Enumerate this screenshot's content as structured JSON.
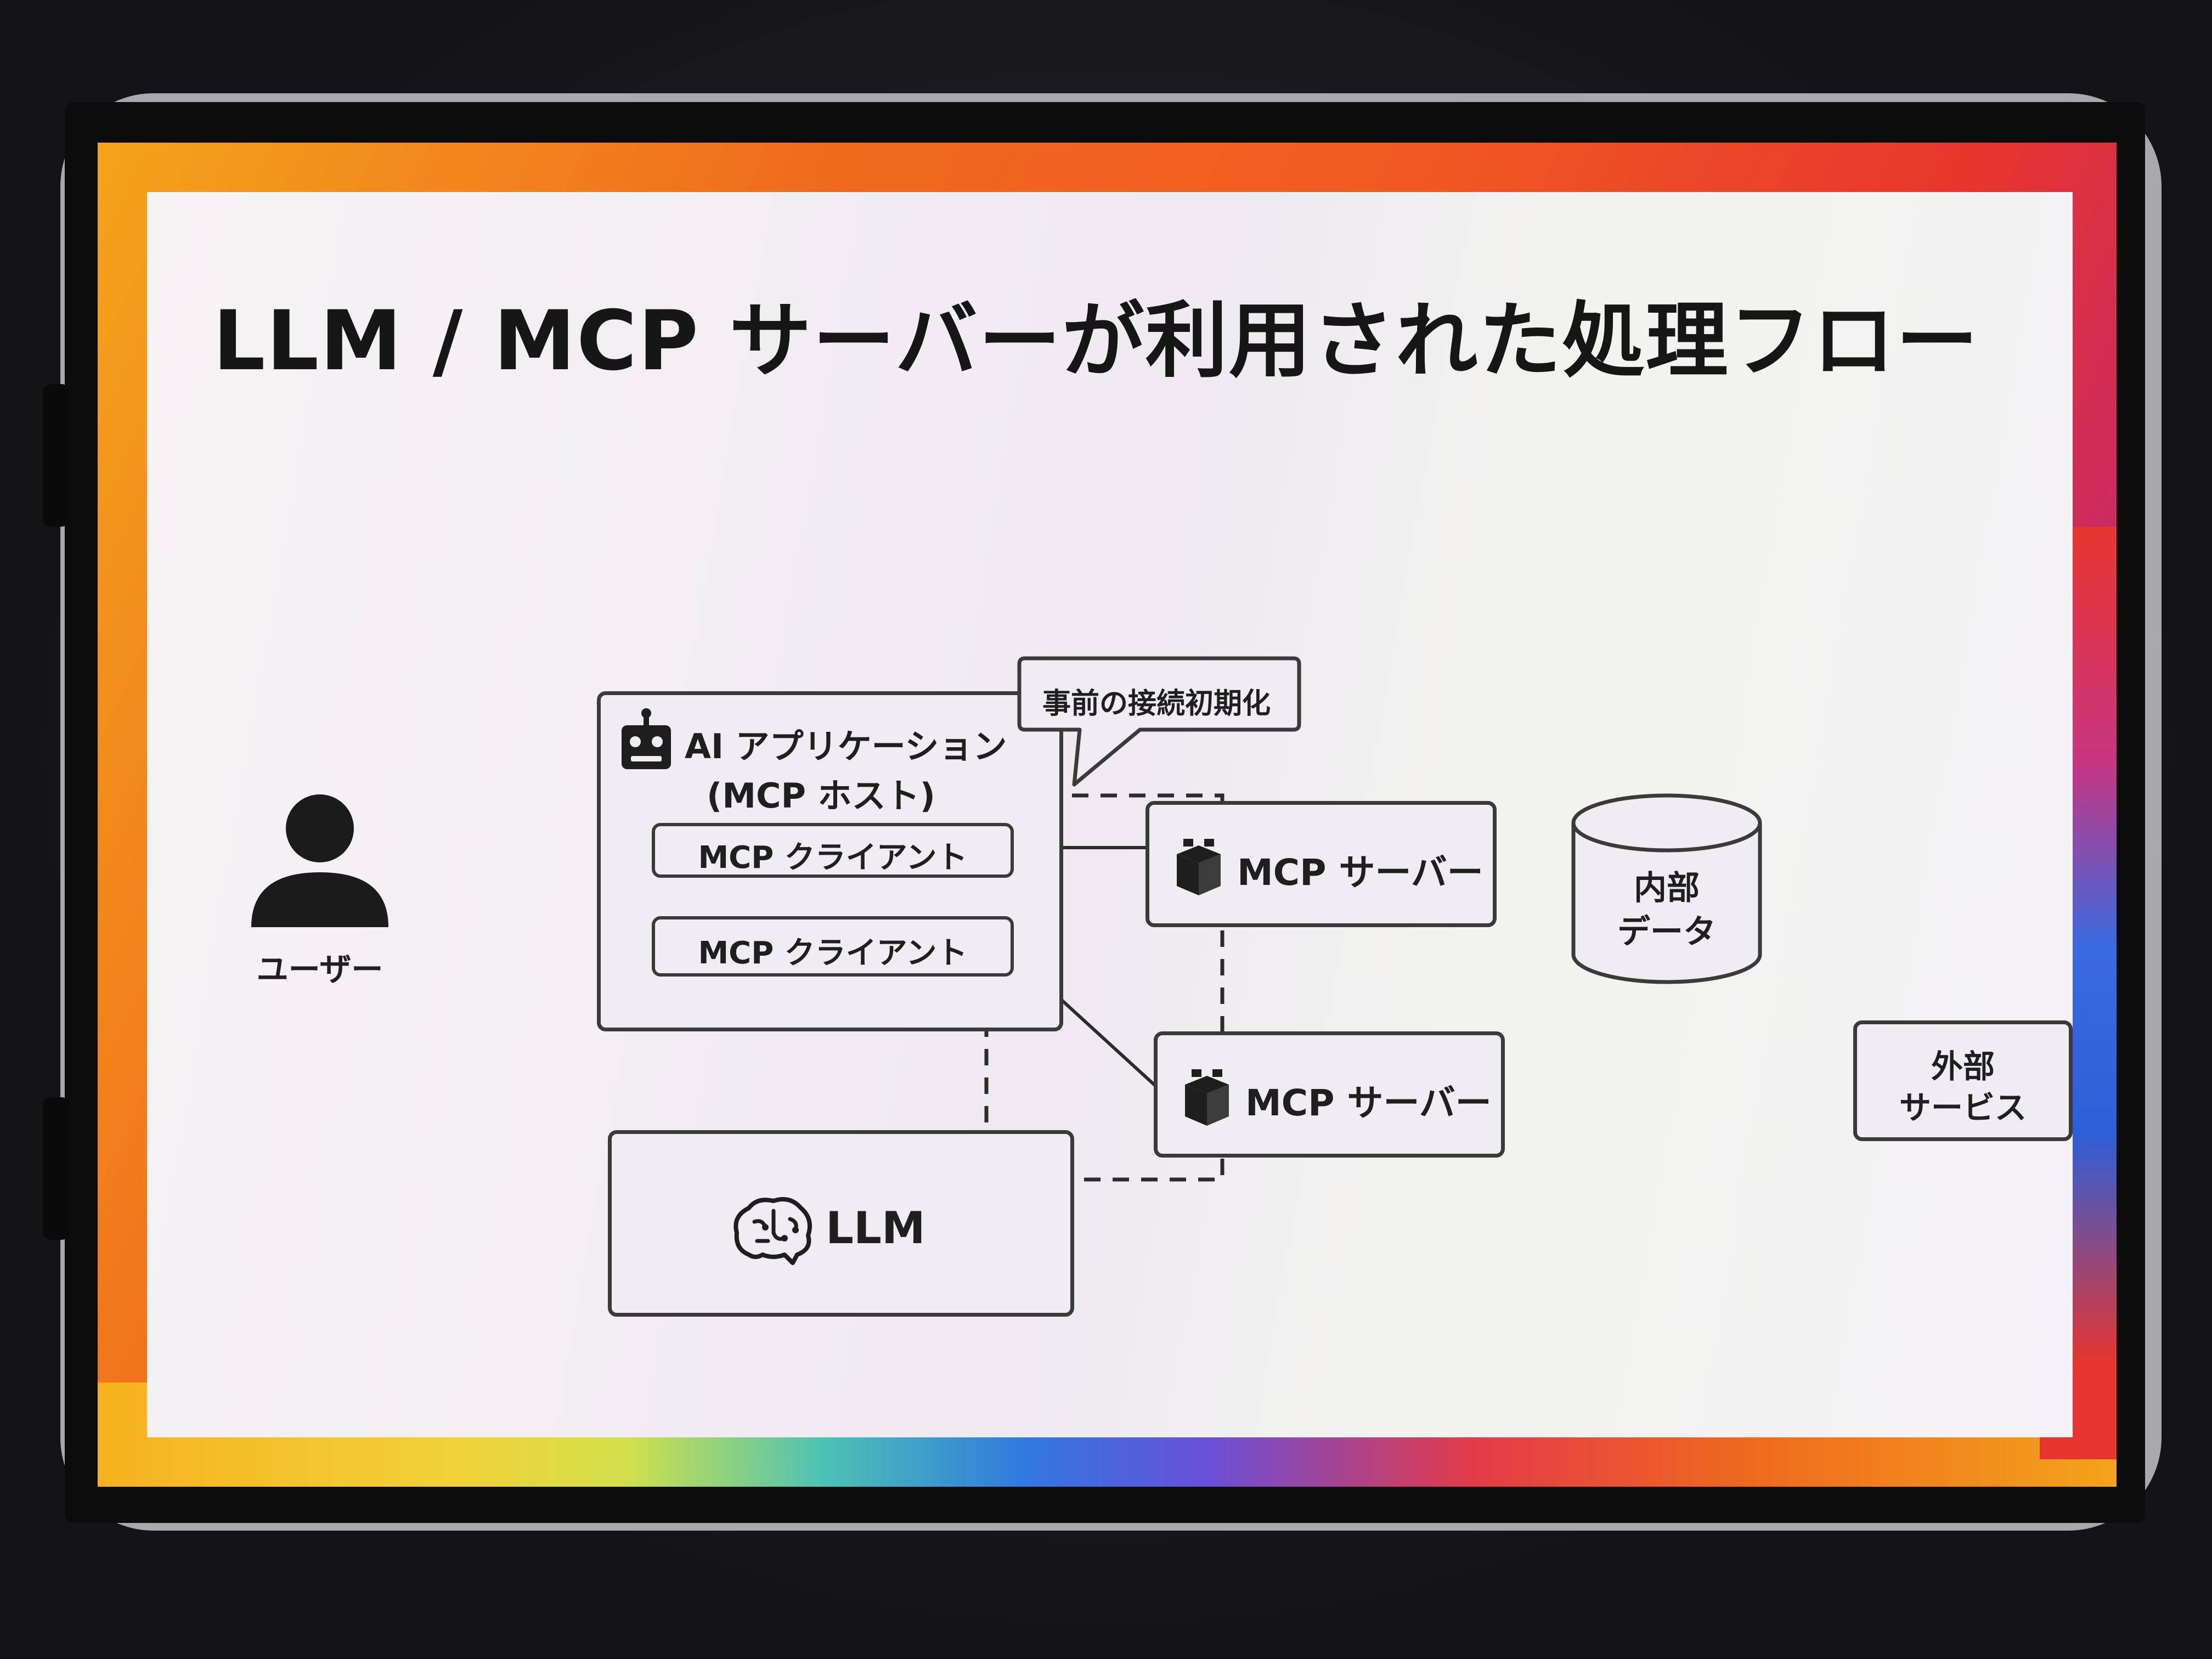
{
  "slide": {
    "title": "LLM / MCP サーバーが利用された処理フロー"
  },
  "user": {
    "label": "ユーザー",
    "icon": "person-icon"
  },
  "ai_app": {
    "line1": "AI アプリケーション",
    "line2": "(MCP ホスト)",
    "icon": "robot-icon",
    "clients": [
      {
        "label": "MCP クライアント"
      },
      {
        "label": "MCP クライアント"
      }
    ]
  },
  "callout": {
    "label": "事前の接続初期化"
  },
  "servers": [
    {
      "label": "MCP サーバー",
      "icon": "building-blocks-icon"
    },
    {
      "label": "MCP サーバー",
      "icon": "building-blocks-icon"
    }
  ],
  "internal_data": {
    "line1": "内部",
    "line2": "データ",
    "icon": "database-cylinder"
  },
  "external_service": {
    "line1": "外部",
    "line2": "サービス"
  },
  "llm": {
    "label": "LLM",
    "icon": "brain-icon"
  }
}
